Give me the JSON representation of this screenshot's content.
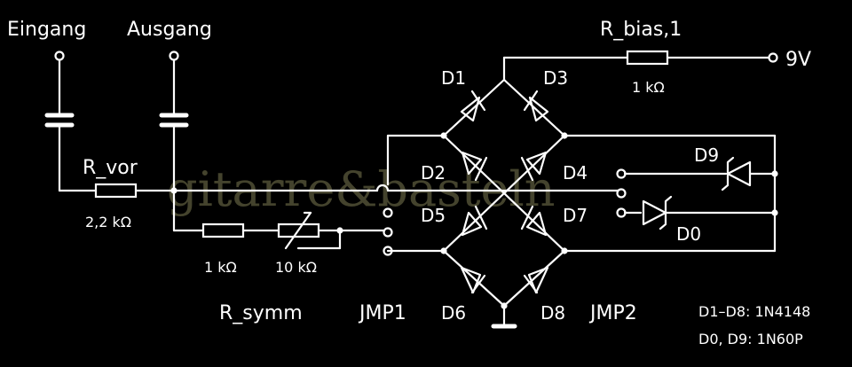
{
  "labels": {
    "eingang": "Eingang",
    "ausgang": "Ausgang",
    "r_bias": "R_bias,1",
    "v9": "9V",
    "r_bias_value": "1 kΩ",
    "r_vor": "R_vor",
    "r_vor_value": "2,2 kΩ",
    "r1_value": "1 kΩ",
    "pot_value": "10 kΩ",
    "r_symm": "R_symm",
    "jmp1": "JMP1",
    "jmp2": "JMP2",
    "d1": "D1",
    "d2": "D2",
    "d3": "D3",
    "d4": "D4",
    "d5": "D5",
    "d6": "D6",
    "d7": "D7",
    "d8": "D8",
    "d9": "D9",
    "d0": "D0"
  },
  "notes": {
    "line1": "D1–D8: 1N4148",
    "line2": "D0, D9: 1N60P"
  },
  "watermark": "gitarre&basteln",
  "colors": {
    "background": "#000000",
    "ink": "#ffffff",
    "watermark": "#5b5a3c"
  }
}
